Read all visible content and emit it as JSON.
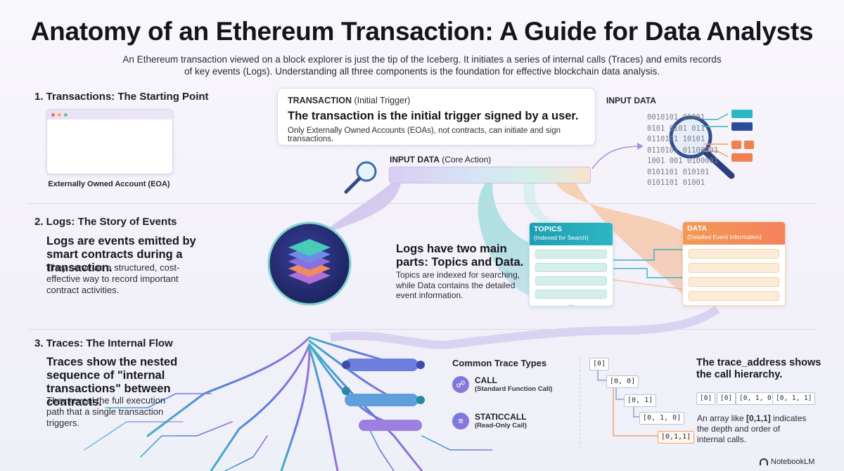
{
  "title": "Anatomy of an Ethereum Transaction: A Guide for Data Analysts",
  "subtitle": "An Ethereum transaction viewed on a block explorer is just the tip of the Iceberg. It initiates a series of internal calls (Traces) and emits records of key events (Logs). Understanding all three components is the foundation for effective blockchain data analysis.",
  "section1": {
    "heading": "1. Transactions: The Starting Point",
    "eoa_caption": "Externally Owned Account (EOA)",
    "tx_label_bold": "TRANSACTION",
    "tx_label_rest": " (Initial Trigger)",
    "tx_main": "The transaction is the initial trigger signed by a user.",
    "tx_note": "Only Externally Owned Accounts (EOAs), not contracts, can initiate and sign transactions.",
    "input_core_bold": "INPUT DATA",
    "input_core_rest": " (Core Action)",
    "input_data_heading": "INPUT DATA",
    "binary": "0010101 01001\n0101 0101 011\n0110101 10101\n0110101 01100001\n1001 001 0100001\n0101101 010101\n0101101 01001"
  },
  "section2": {
    "heading": "2. Logs: The Story of Events",
    "lead": "Logs are events emitted by smart contracts during a transaction.",
    "body": "They serve as a structured, cost-effective way to record important contract activities.",
    "parts_title": "Logs have two main parts: Topics and Data.",
    "parts_body": "Topics are indexed for searching, while Data contains the detailed event information.",
    "topics_title": "TOPICS",
    "topics_sub": "(Indexed for Search)",
    "topics_more": "...",
    "data_title": "DATA",
    "data_sub": "(Detailed Event Information)"
  },
  "section3": {
    "heading": "3. Traces: The Internal Flow",
    "lead": "Traces show the nested sequence of \"internal transactions\" between contracts.",
    "body": "They reveal the full execution path that a single transaction triggers.",
    "common_types_title": "Common Trace Types",
    "types": [
      {
        "name": "CALL",
        "desc": "(Standard Function Call)",
        "icon": "link-icon"
      },
      {
        "name": "STATICCALL",
        "desc": "(Read-Only Call)",
        "icon": "document-icon"
      }
    ],
    "tree_nodes": [
      "[0]",
      "[0, 0]",
      "[0, 1]",
      "[0, 1, 0]",
      "[0,1,1]"
    ],
    "trace_address_title": "The trace_address shows the call hierarchy.",
    "chips": [
      "[0]",
      "[0]",
      "[0, 1, 0]",
      "[0, 1, 1]"
    ],
    "array_example_pre": "An array like ",
    "array_example_bold": "[0,1,1]",
    "array_example_post": " indicates the depth and order of internal calls."
  },
  "brand": "NotebookLM",
  "colors": {
    "teal": "#2cb6c4",
    "orange": "#f5825c",
    "purple": "#8f6fd6",
    "blue": "#5b7be0"
  }
}
